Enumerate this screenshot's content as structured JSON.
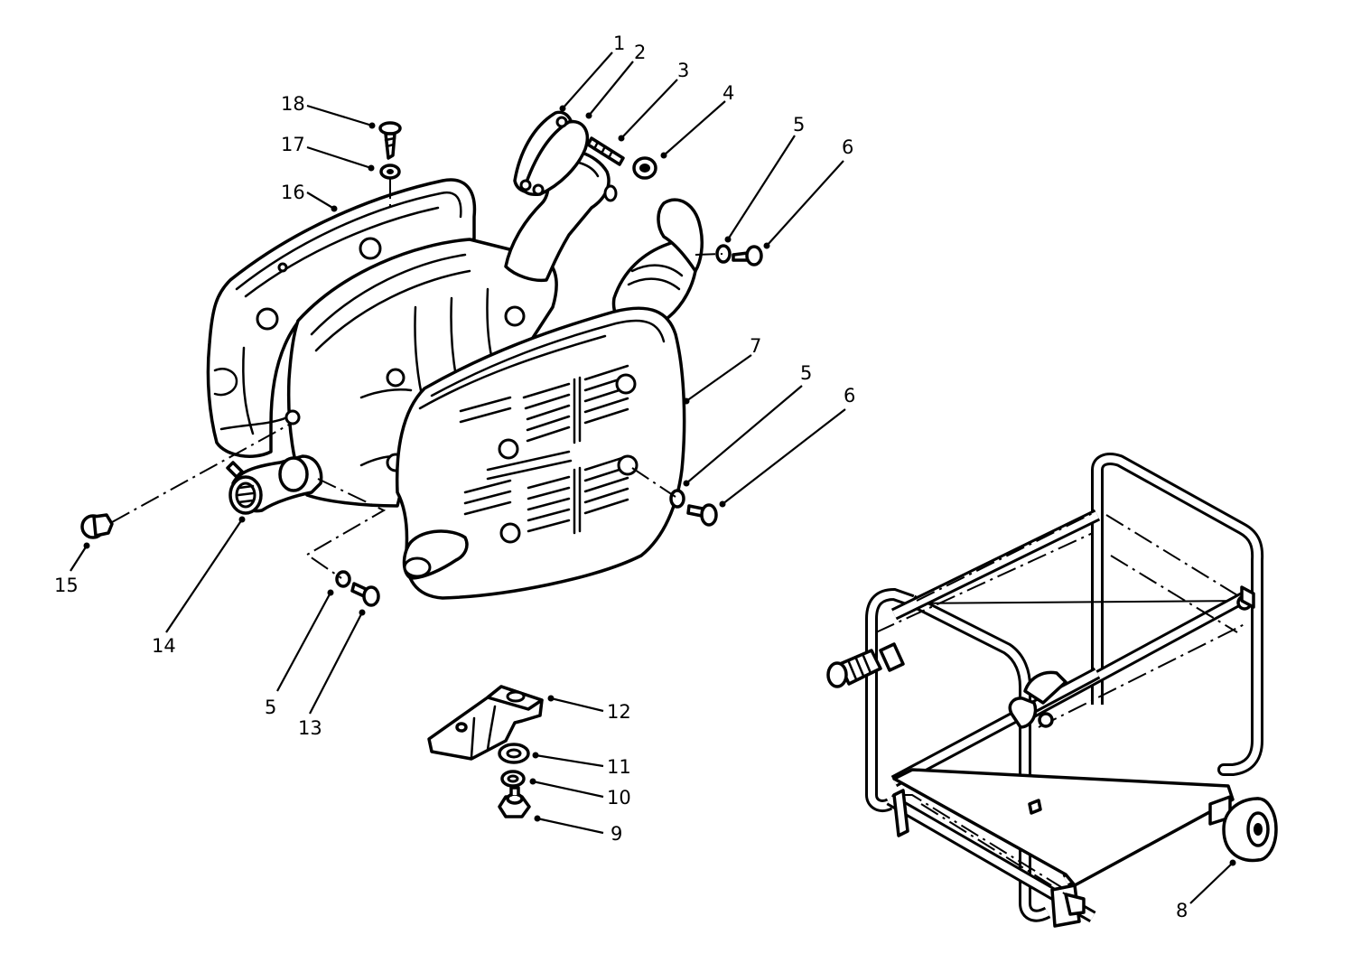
{
  "callouts": [
    {
      "id": "c1",
      "text": "1"
    },
    {
      "id": "c2",
      "text": "2"
    },
    {
      "id": "c3",
      "text": "3"
    },
    {
      "id": "c4",
      "text": "4"
    },
    {
      "id": "c5a",
      "text": "5"
    },
    {
      "id": "c6a",
      "text": "6"
    },
    {
      "id": "c7",
      "text": "7"
    },
    {
      "id": "c5b",
      "text": "5"
    },
    {
      "id": "c6b",
      "text": "6"
    },
    {
      "id": "c18",
      "text": "18"
    },
    {
      "id": "c17",
      "text": "17"
    },
    {
      "id": "c16",
      "text": "16"
    },
    {
      "id": "c15",
      "text": "15"
    },
    {
      "id": "c14",
      "text": "14"
    },
    {
      "id": "c5c",
      "text": "5"
    },
    {
      "id": "c13",
      "text": "13"
    },
    {
      "id": "c12",
      "text": "12"
    },
    {
      "id": "c11",
      "text": "11"
    },
    {
      "id": "c10",
      "text": "10"
    },
    {
      "id": "c9",
      "text": "9"
    },
    {
      "id": "c8",
      "text": "8"
    }
  ]
}
